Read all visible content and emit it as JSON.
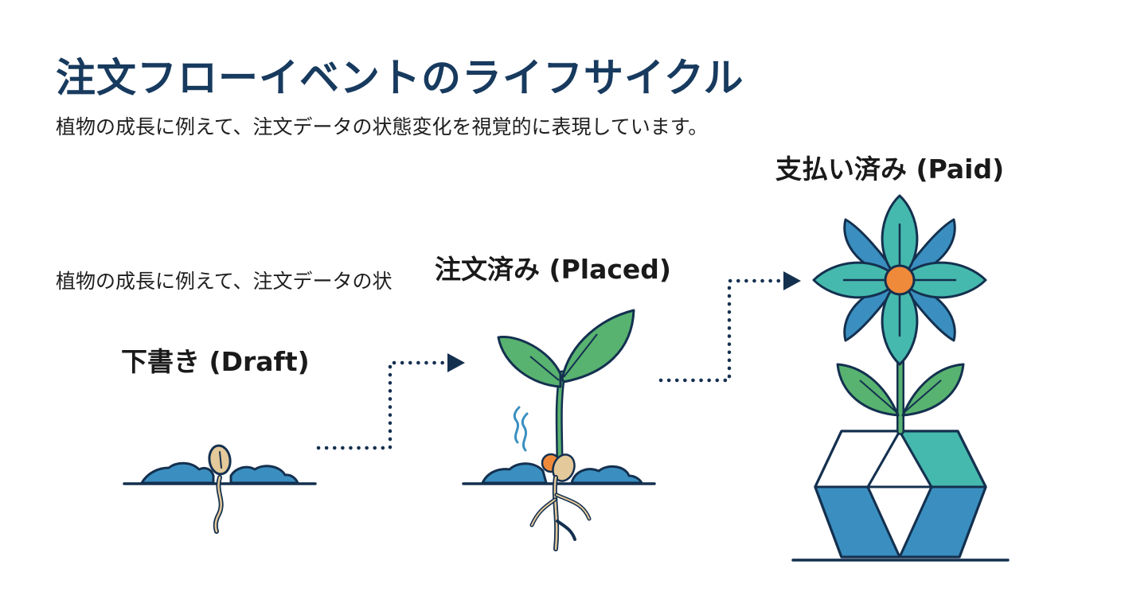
{
  "title": "注文フローイベントのライフサイクル",
  "subtitle": "植物の成長に例えて、注文データの状態変化を視覚的に表現しています。",
  "subtitle_duplicate": "植物の成長に例えて、注文データの状",
  "stages": [
    {
      "label": "下書き (Draft)",
      "icon": "seed-sprout-icon"
    },
    {
      "label": "注文済み (Placed)",
      "icon": "seedling-icon"
    },
    {
      "label": "支払い済み (Paid)",
      "icon": "flower-in-vase-icon"
    }
  ],
  "colors": {
    "title": "#173a5e",
    "outline": "#14304f",
    "leaf": "#58b270",
    "teal": "#45b9ad",
    "blue": "#3a8fc0",
    "seed": "#e4c99a",
    "orange": "#ef8a3b"
  }
}
